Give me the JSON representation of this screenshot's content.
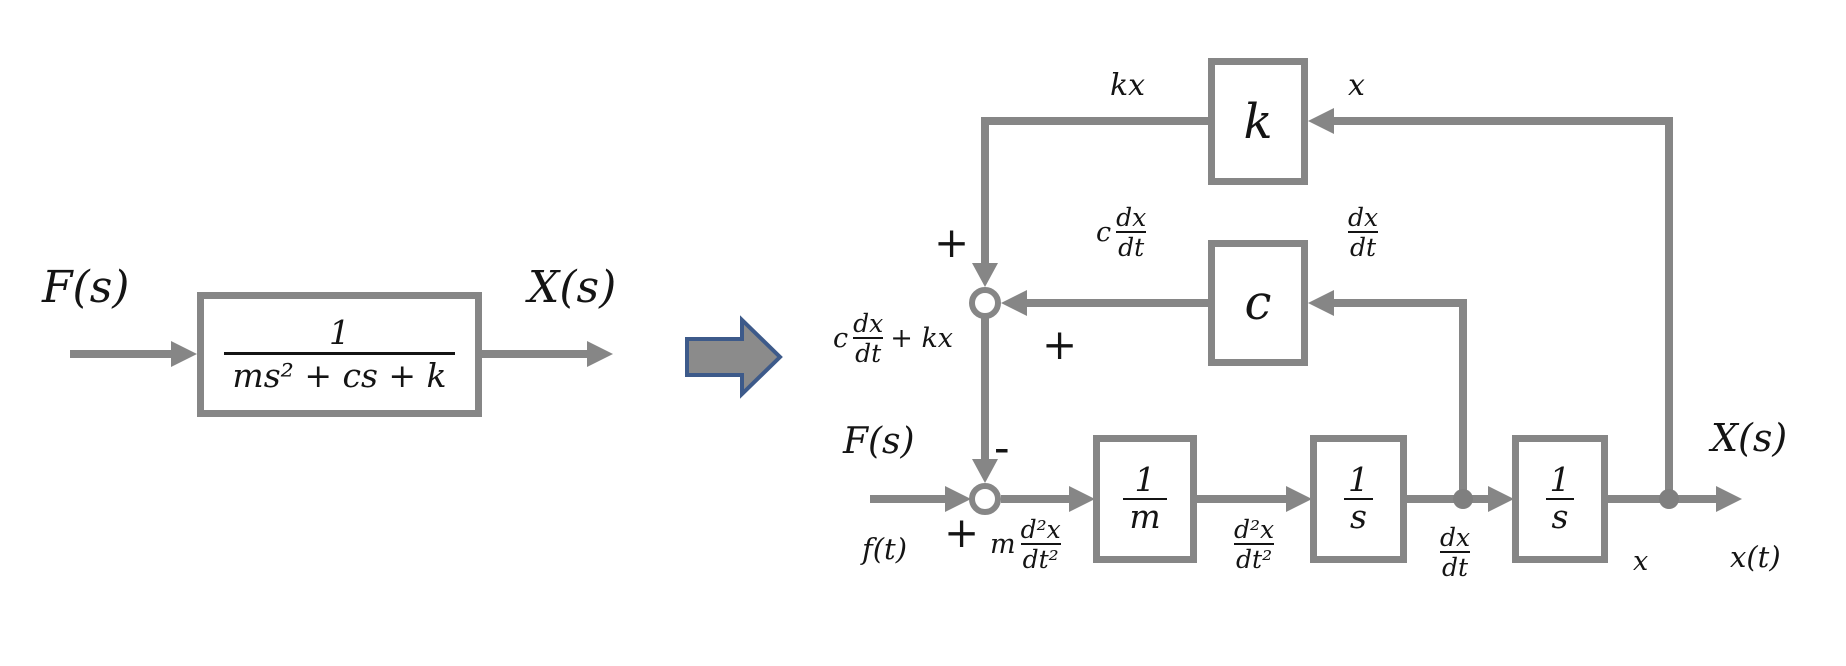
{
  "colors": {
    "line_gray": "#868686",
    "text": "#141414",
    "transform_arrow_fill": "#8b8b8b",
    "transform_arrow_border": "#3d5a8a",
    "background": "#ffffff"
  },
  "left_diagram": {
    "input_label": "F(s)",
    "output_label": "X(s)",
    "transfer_block": {
      "numerator": "1",
      "denominator": "ms² + cs + k"
    }
  },
  "right_diagram": {
    "blocks": {
      "spring": "k",
      "damper": "c",
      "inverse_mass": {
        "numerator": "1",
        "denominator": "m"
      },
      "integrator1": {
        "numerator": "1",
        "denominator": "s"
      },
      "integrator2": {
        "numerator": "1",
        "denominator": "s"
      }
    },
    "signals": {
      "kx": "kx",
      "x_top": "x",
      "c_dxdt": {
        "pre": "c",
        "numerator": "dx",
        "denominator": "dt"
      },
      "dxdt_in": {
        "numerator": "dx",
        "denominator": "dt"
      },
      "sum1_output": {
        "pre": "c",
        "numerator": "dx",
        "denominator": "dt",
        "post": "+ kx"
      },
      "force_s": "F(s)",
      "force_t": "f(t)",
      "m_d2xdt2": {
        "pre": "m",
        "numerator": "d²x",
        "denominator": "dt²"
      },
      "d2xdt2": {
        "numerator": "d²x",
        "denominator": "dt²"
      },
      "dxdt_below": {
        "numerator": "dx",
        "denominator": "dt"
      },
      "x_below": "x",
      "output_s": "X(s)",
      "output_t": "x(t)"
    },
    "signs": {
      "sum1_top": "+",
      "sum1_right": "+",
      "sum2_top": "-",
      "sum2_left": "+"
    }
  }
}
